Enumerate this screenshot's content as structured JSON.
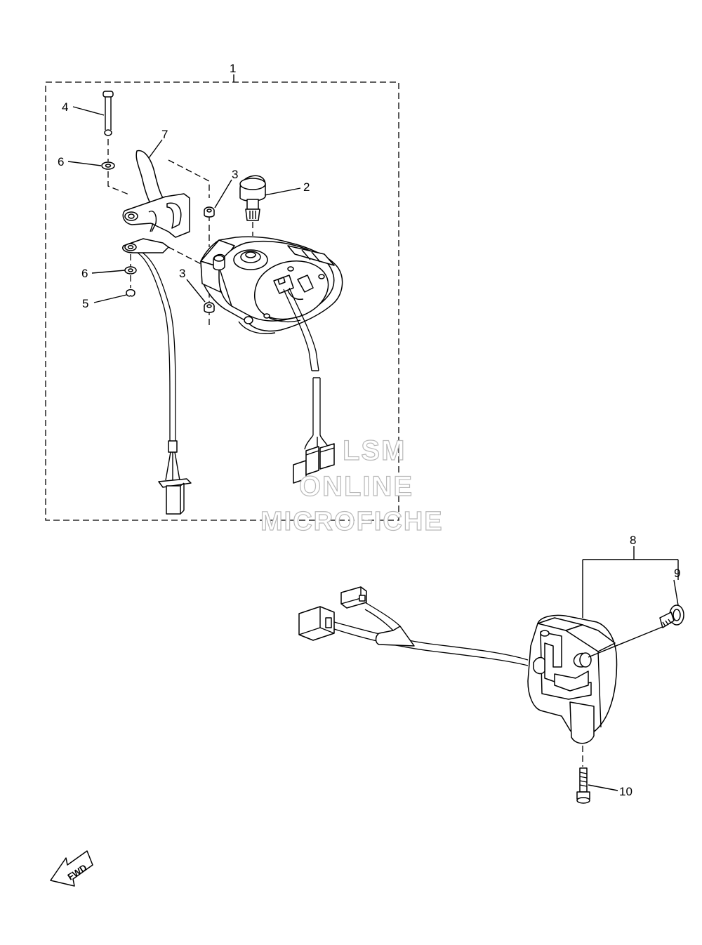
{
  "callouts": {
    "c1": "1",
    "c2": "2",
    "c3a": "3",
    "c3b": "3",
    "c4": "4",
    "c5": "5",
    "c6a": "6",
    "c6b": "6",
    "c7": "7",
    "c8": "8",
    "c9": "9",
    "c10": "10"
  },
  "watermark": {
    "line1": "LSM",
    "line2": "ONLINE",
    "line3": "MICROFICHE"
  },
  "fwd_label": "FWD"
}
